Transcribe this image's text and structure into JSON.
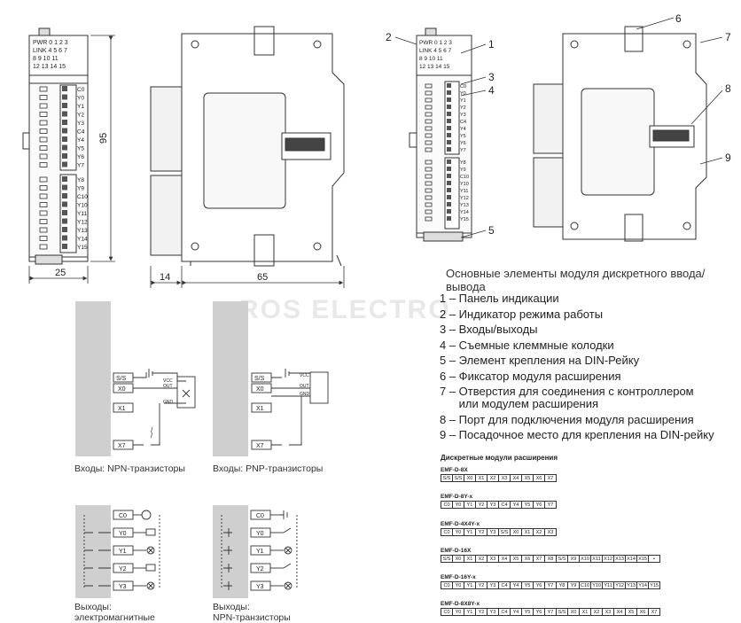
{
  "front_view": {
    "indicator_lines": [
      "PWR  0  1  2  3",
      "LINK 4  5  6  7",
      "       8  9 10 11",
      "      12 13 14 15"
    ],
    "terminals_top": [
      "C0",
      "Y0",
      "Y1",
      "Y2",
      "Y3",
      "C4",
      "Y4",
      "Y5",
      "Y6",
      "Y7"
    ],
    "terminals_bottom": [
      "Y8",
      "Y9",
      "C10",
      "Y10",
      "Y11",
      "Y12",
      "Y13",
      "Y14",
      "Y15"
    ],
    "dim_width": "25",
    "dim_height": "95"
  },
  "side_view": {
    "dim_left": "14",
    "dim_width": "65"
  },
  "callouts": {
    "n1": "1",
    "n2": "2",
    "n3": "3",
    "n4": "4",
    "n5": "5",
    "n6": "6",
    "n7": "7",
    "n8": "8",
    "n9": "9"
  },
  "title": "Основные элементы модуля дискретного ввода/вывода",
  "legend": [
    "1 – Панель индикации",
    "2 – Индикатор режима работы",
    "3 – Входы/выходы",
    "4 – Съемные клеммные колодки",
    "5 – Элемент крепления на DIN-Рейку",
    "6 – Фиксатор модуля расширения",
    "7 – Отверстия для соединения с контроллером",
    "      или модулем расширения",
    "8 – Порт для подключения модуля расширения",
    "9 – Посадочное место для крепления на DIN-рейку"
  ],
  "watermark": "ROS ELECTRO",
  "wiring": {
    "npn_in": {
      "terms": [
        "S/S",
        "X0",
        "X1",
        "X7"
      ],
      "vcc": "VCC",
      "out": "OUT",
      "gnd": "GND",
      "caption": "Входы: NPN-транзисторы"
    },
    "pnp_in": {
      "terms": [
        "S/S",
        "X0",
        "X1",
        "X7"
      ],
      "vcc": "VCC",
      "out": "OUT",
      "gnd": "GND",
      "caption": "Входы: PNP-транзисторы"
    },
    "relay_out": {
      "terms": [
        "C0",
        "Y0",
        "Y1",
        "Y2",
        "Y3"
      ],
      "caption1": "Выходы:",
      "caption2": "электромагнитные"
    },
    "npn_out": {
      "terms": [
        "C0",
        "Y0",
        "Y1",
        "Y2",
        "Y3"
      ],
      "caption1": "Выходы:",
      "caption2": "NPN-транзисторы"
    }
  },
  "modules_heading": "Дискретные модули расширения",
  "modules": [
    {
      "name": "EMF-D-8X",
      "cells": [
        "S/S",
        "S/S",
        "X0",
        "X1",
        "X2",
        "X3",
        "X4",
        "X5",
        "X6",
        "X7"
      ]
    },
    {
      "name": "EMF-D-8Y-x",
      "cells": [
        "C0",
        "Y0",
        "Y1",
        "Y2",
        "Y3",
        "C4",
        "Y4",
        "Y5",
        "Y6",
        "Y7"
      ]
    },
    {
      "name": "EMF-D-4X4Y-x",
      "cells": [
        "C0",
        "Y0",
        "Y1",
        "Y2",
        "Y3",
        "S/S",
        "X0",
        "X1",
        "X2",
        "X3"
      ]
    },
    {
      "name": "EMF-D-16X",
      "cells": [
        "S/S",
        "X0",
        "X1",
        "X2",
        "X3",
        "X4",
        "X5",
        "X6",
        "X7",
        "X8",
        "S/S",
        "X9",
        "X10",
        "X11",
        "X12",
        "X13",
        "X14",
        "X15",
        "•"
      ]
    },
    {
      "name": "EMF-D-16Y-x",
      "cells": [
        "C0",
        "Y0",
        "Y1",
        "Y2",
        "Y3",
        "C4",
        "Y4",
        "Y5",
        "Y6",
        "Y7",
        "Y8",
        "Y9",
        "C10",
        "Y10",
        "Y11",
        "Y12",
        "Y13",
        "Y14",
        "Y15"
      ]
    },
    {
      "name": "EMF-D-8X8Y-x",
      "cells": [
        "C0",
        "Y0",
        "Y1",
        "Y2",
        "Y3",
        "C4",
        "Y4",
        "Y5",
        "Y6",
        "Y7",
        "S/S",
        "X0",
        "X1",
        "X2",
        "X3",
        "X4",
        "X5",
        "X6",
        "X7"
      ]
    }
  ]
}
